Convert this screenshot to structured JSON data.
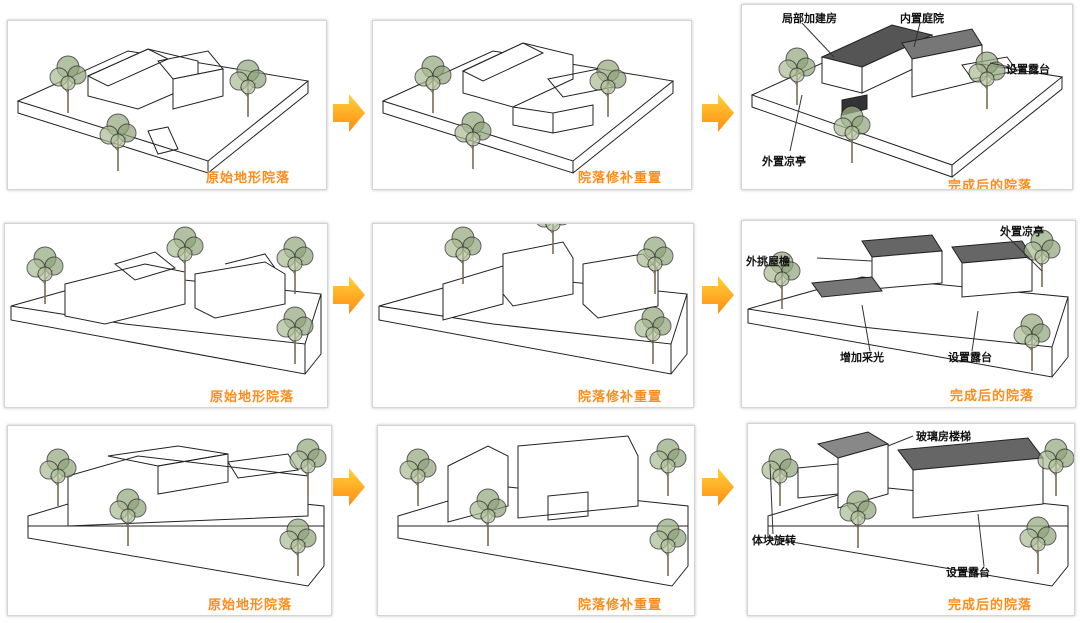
{
  "rows": [
    {
      "panels": [
        {
          "caption": "原始地形院落",
          "annotations": []
        },
        {
          "caption": "院落修补重置",
          "annotations": []
        },
        {
          "caption": "完成后的院落",
          "annotations": [
            {
              "text": "局部加建房"
            },
            {
              "text": "内置庭院"
            },
            {
              "text": "设置露台"
            },
            {
              "text": "外置凉亭"
            }
          ]
        }
      ]
    },
    {
      "panels": [
        {
          "caption": "原始地形院落",
          "annotations": []
        },
        {
          "caption": "院落修补重置",
          "annotations": []
        },
        {
          "caption": "完成后的院落",
          "annotations": [
            {
              "text": "外置凉亭"
            },
            {
              "text": "外挑屋檐"
            },
            {
              "text": "增加采光"
            },
            {
              "text": "设置露台"
            }
          ]
        }
      ]
    },
    {
      "panels": [
        {
          "caption": "原始地形院落",
          "annotations": []
        },
        {
          "caption": "院落修补重置",
          "annotations": []
        },
        {
          "caption": "完成后的院落",
          "annotations": [
            {
              "text": "玻璃房楼梯"
            },
            {
              "text": "体块旋转"
            },
            {
              "text": "设置露台"
            }
          ]
        }
      ]
    }
  ],
  "colors": {
    "caption": "#ff8c1a",
    "arrow": "#ffaa1a",
    "tree": "#9aad85"
  }
}
